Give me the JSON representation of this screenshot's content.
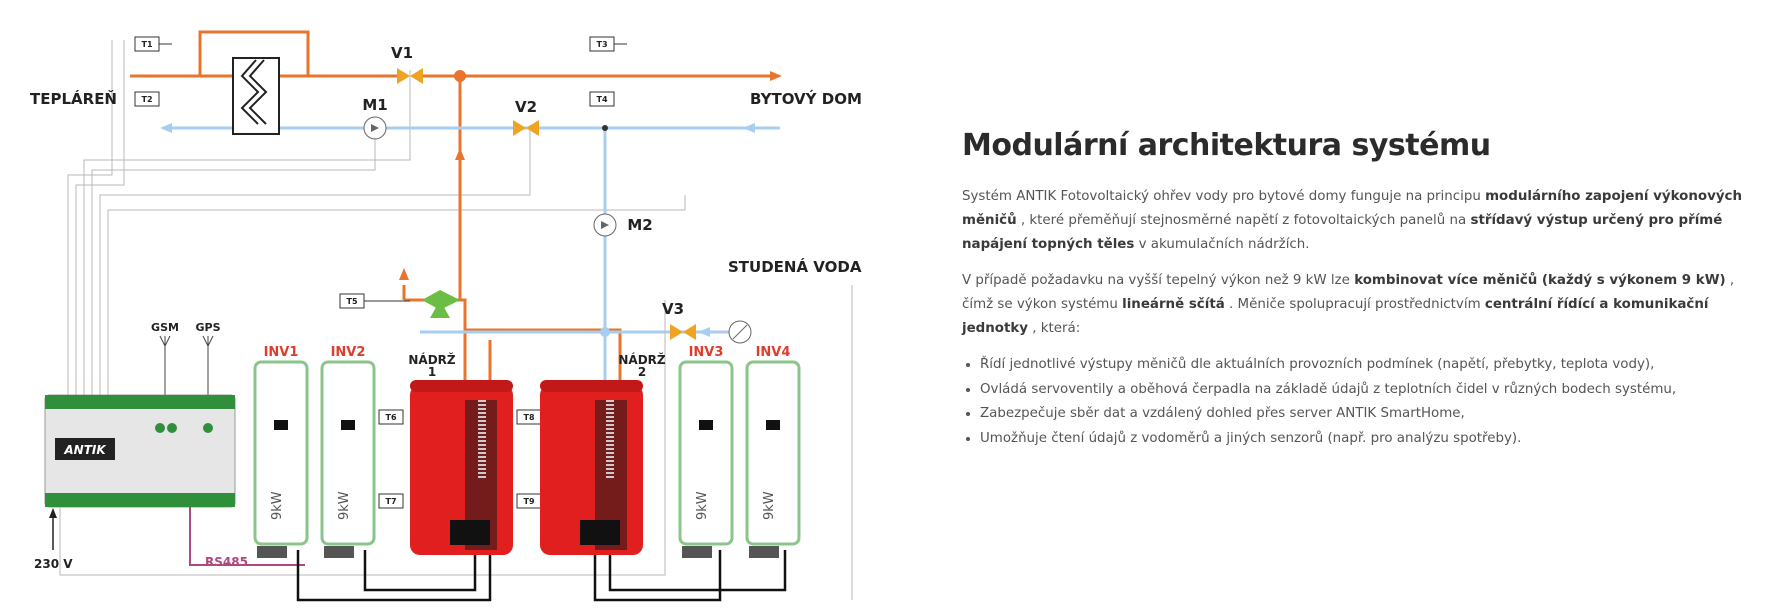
{
  "diagram": {
    "heat_plant": "TEPLÁREŇ",
    "apartment": "BYTOVÝ DOM",
    "cold_water": "STUDENÁ VODA",
    "v1": "V1",
    "v2": "V2",
    "v3": "V3",
    "m1": "M1",
    "m2": "M2",
    "t1": "T1",
    "t2": "T2",
    "t3": "T3",
    "t4": "T4",
    "t5": "T5",
    "t6": "T6",
    "t7": "T7",
    "t8": "T8",
    "t9": "T9",
    "gsm": "GSM",
    "gps": "GPS",
    "inv1": "INV1",
    "inv2": "INV2",
    "inv3": "INV3",
    "inv4": "INV4",
    "tank1_a": "NÁDRŽ",
    "tank1_b": "1",
    "tank2_a": "NÁDRŽ",
    "tank2_b": "2",
    "power_rating": "9kW",
    "controller_brand": "ANTIK",
    "voltage": "230 V",
    "bus": "RS485"
  },
  "content": {
    "heading": "Modulární architektura systému",
    "p1_a": "Systém ANTIK Fotovoltaický ohřev vody pro bytové domy funguje na principu ",
    "p1_b": "modulárního zapojení výkonových měničů",
    "p1_c": " , které přeměňují stejnosměrné napětí z fotovoltaických panelů na ",
    "p1_d": "střídavý výstup určený pro přímé napájení topných těles",
    "p1_e": " v akumulačních nádržích.",
    "p2_a": "V případě požadavku na vyšší tepelný výkon než 9 kW lze ",
    "p2_b": "kombinovat více měničů (každý s výkonem 9 kW)",
    "p2_c": " , čímž se výkon systému ",
    "p2_d": "lineárně sčítá",
    "p2_e": " . Měniče spolupracují prostřednictvím ",
    "p2_f": "centrální řídící a komunikační jednotky",
    "p2_g": " , která:",
    "bullets": [
      "Řídí jednotlivé výstupy měničů dle aktuálních provozních podmínek (napětí, přebytky, teplota vody),",
      "Ovládá servoventily a oběhová čerpadla na základě údajů z teplotních čidel v různých bodech systému,",
      "Zabezpečuje sběr dat a vzdálený dohled přes server ANTIK SmartHome,",
      "Umožňuje čtení údajů z vodoměrů a jiných senzorů (např. pro analýzu spotřeby)."
    ]
  },
  "colors": {
    "hot": "#e8752e",
    "cold": "#a9cdee",
    "tank": "#e21f1f",
    "valve": "#f0a323",
    "inverter": "#8cc58c",
    "bus": "#b0487f"
  }
}
